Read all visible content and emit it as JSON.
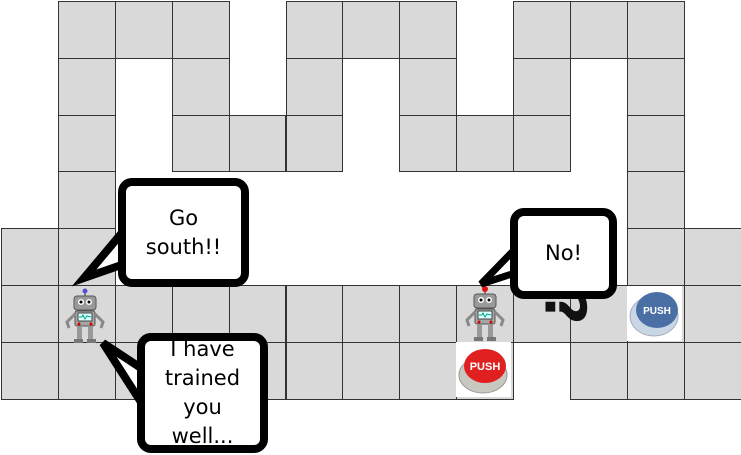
{
  "maze": {
    "rows": [
      ".###.###.###.",
      ".#.#.#.#.#.#.",
      ".#.###.###.#.",
      ".#.........#.",
      "##.........##",
      "#############",
      "#########.###"
    ]
  },
  "bubbles": {
    "go_south": "Go south!!",
    "trained": "I have trained you well...",
    "no": "No!"
  },
  "question_mark": "?",
  "buttons": {
    "red": {
      "label": "PUSH",
      "color": "#e02020"
    },
    "blue": {
      "label": "PUSH",
      "color": "#4a6fa5"
    }
  }
}
